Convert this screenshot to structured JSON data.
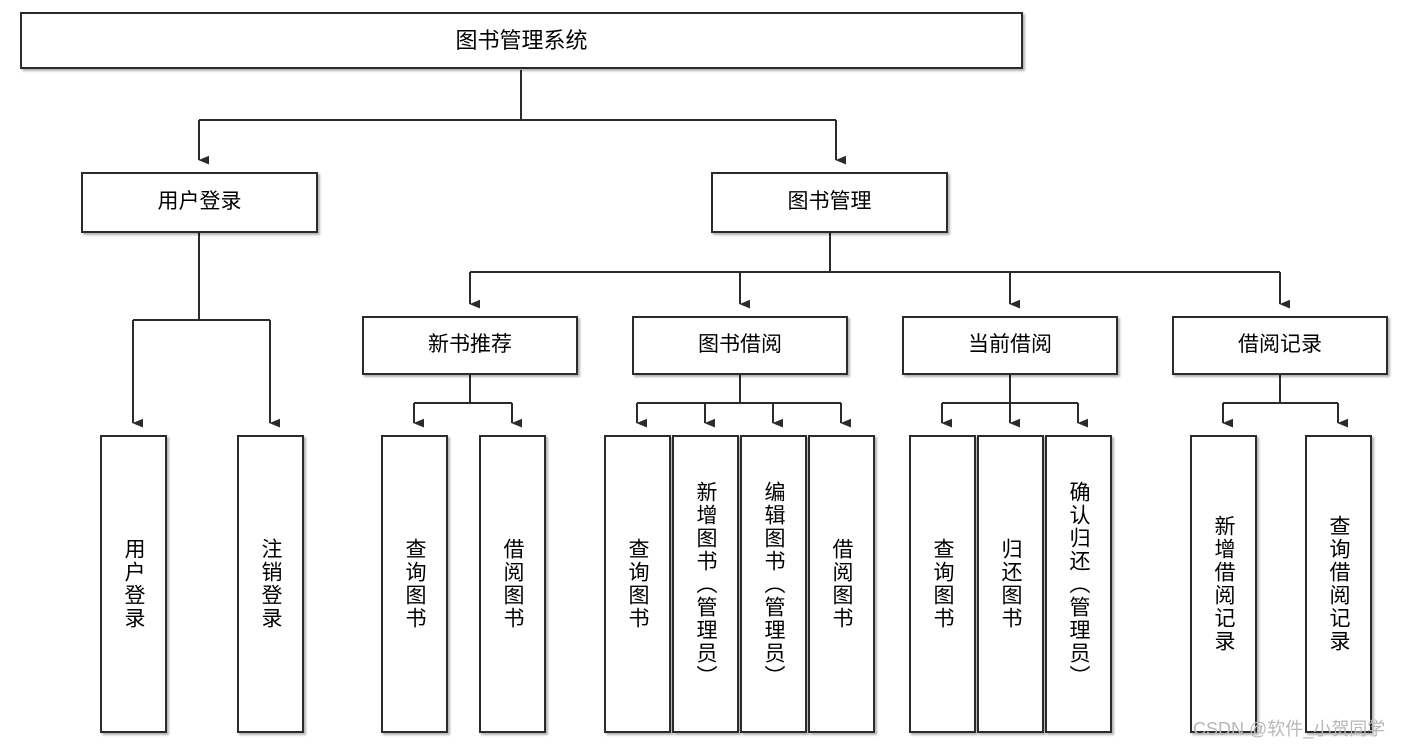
{
  "diagram": {
    "title": "图书管理系统",
    "type": "tree-hierarchy-chart",
    "watermark": "CSDN @软件_小贺同学",
    "colors": {
      "node_border": "#2b2b2b",
      "node_fill": "#ffffff",
      "connector": "#2b2b2b",
      "watermark": "#b8b8b8",
      "background": "#ffffff"
    },
    "levels": {
      "root": "图书管理系统",
      "level2": [
        "用户登录",
        "图书管理"
      ],
      "level3": [
        "新书推荐",
        "图书借阅",
        "当前借阅",
        "借阅记录"
      ],
      "leaves": [
        "用户登录",
        "注销登录",
        "查询图书",
        "借阅图书",
        "查询图书",
        "新增图书（管理员）",
        "编辑图书（管理员）",
        "借阅图书",
        "查询图书",
        "归还图书",
        "确认归还（管理员）",
        "新增借阅记录",
        "查询借阅记录"
      ]
    },
    "nodes": {
      "root": {
        "label": "图书管理系统"
      },
      "user_login": {
        "label": "用户登录"
      },
      "book_manage": {
        "label": "图书管理"
      },
      "new_book_rec": {
        "label": "新书推荐"
      },
      "book_borrow": {
        "label": "图书借阅"
      },
      "current_borrow": {
        "label": "当前借阅"
      },
      "borrow_record": {
        "label": "借阅记录"
      },
      "leaf_user_login": {
        "label": "用户登录"
      },
      "leaf_user_logout": {
        "label": "注销登录"
      },
      "leaf_query_book_a": {
        "label": "查询图书"
      },
      "leaf_borrow_book_a": {
        "label": "借阅图书"
      },
      "leaf_query_book_b": {
        "label": "查询图书"
      },
      "leaf_add_book": {
        "label": "新增图书（管理员）"
      },
      "leaf_edit_book": {
        "label": "编辑图书（管理员）"
      },
      "leaf_borrow_book_b": {
        "label": "借阅图书"
      },
      "leaf_query_book_c": {
        "label": "查询图书"
      },
      "leaf_return_book": {
        "label": "归还图书"
      },
      "leaf_confirm_return": {
        "label": "确认归还（管理员）"
      },
      "leaf_add_record": {
        "label": "新增借阅记录"
      },
      "leaf_query_record": {
        "label": "查询借阅记录"
      }
    }
  }
}
